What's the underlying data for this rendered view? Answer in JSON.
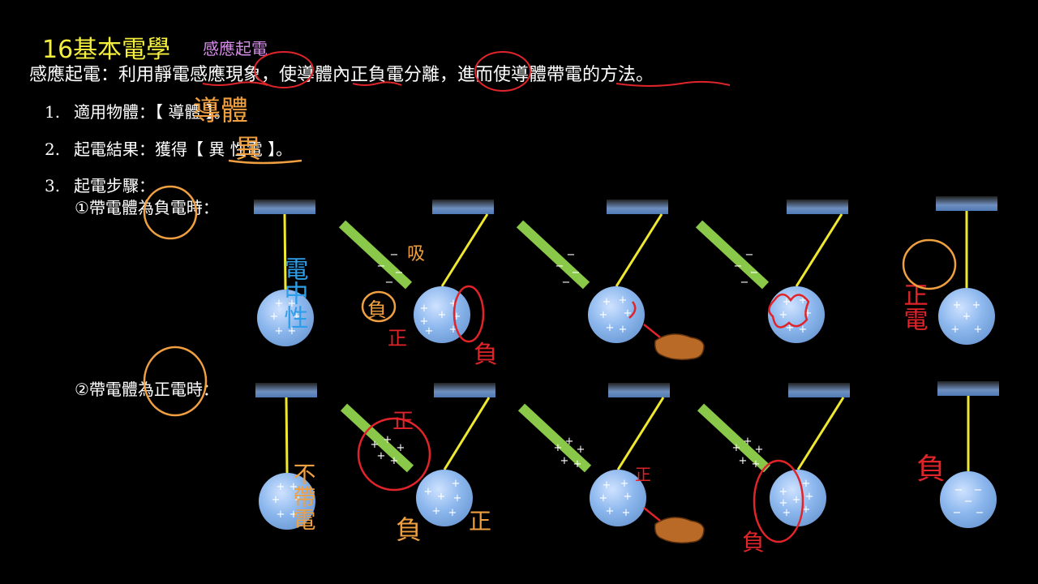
{
  "header": {
    "title": "16基本電學",
    "subtitle": "感應起電"
  },
  "definition": "感應起電：利用靜電感應現象，使導體內正負電分離，進而使導體帶電的方法。",
  "items": [
    {
      "num": "1.",
      "text": "適用物體：【 導體 】。"
    },
    {
      "num": "2.",
      "text": "起電結果：獲得【 異 性電 】。"
    },
    {
      "num": "3.",
      "text": "起電步驟："
    }
  ],
  "cases": [
    {
      "label": "①帶電體為負電時："
    },
    {
      "label": "②帶電體為正電時："
    }
  ],
  "handwriting": {
    "row1": [
      "電中性",
      "吸",
      "負",
      "正",
      "負",
      "正電"
    ],
    "row2": [
      "正",
      "不帶電",
      "負",
      "正",
      "正",
      "負",
      "負"
    ]
  },
  "colors": {
    "background": "#000000",
    "title": "#f4ee3c",
    "subtitle": "#d78ce8",
    "rod": "#8ac84a",
    "thread": "#f0e830",
    "ball": "#8db8ee",
    "bar": "#4f79b5",
    "ink_red": "#e0242a",
    "ink_orange": "#f0a040",
    "ink_blue": "#2f9ee8"
  }
}
